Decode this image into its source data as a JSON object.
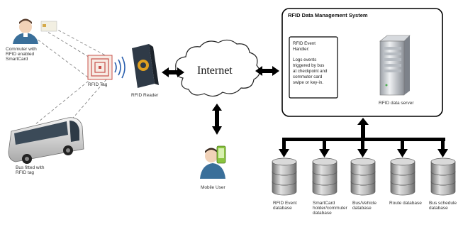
{
  "system": {
    "title": "RFID Data Management System"
  },
  "event_handler": {
    "title_lines": [
      "RFID Event",
      "Handler:"
    ],
    "body_lines": [
      "Logs events",
      "triggered by bus",
      "at checkpoint and",
      "commuter card",
      "swipe or key-in."
    ]
  },
  "data_server": {
    "label": "RFID data server"
  },
  "internet": {
    "label": "Internet"
  },
  "commuter": {
    "label_lines": [
      "Commuter with",
      "RFID enabled",
      "SmartCard"
    ]
  },
  "rfid_tag": {
    "label": "RFID Tag"
  },
  "rfid_reader": {
    "label": "RFID Reader"
  },
  "bus": {
    "label_lines": [
      "Bus fitted with",
      "RFID tag"
    ]
  },
  "mobile_user": {
    "label": "Mobile User"
  },
  "databases": [
    {
      "label_lines": [
        "RFID Event",
        "database"
      ]
    },
    {
      "label_lines": [
        "SmartCard",
        "holder/commuter",
        "database"
      ]
    },
    {
      "label_lines": [
        "Bus/Vehicle",
        "database"
      ]
    },
    {
      "label_lines": [
        "Route database"
      ]
    },
    {
      "label_lines": [
        "Bus schedule",
        "database"
      ]
    }
  ],
  "colors": {
    "arrow": "#000000",
    "tag_red": "#c8504a",
    "reader_body": "#2f3a47",
    "reader_accent": "#e0a020",
    "db_gray": "#8d8d8d",
    "person_shirt": "#3a6f9a",
    "phone_green": "#8ac43f"
  }
}
